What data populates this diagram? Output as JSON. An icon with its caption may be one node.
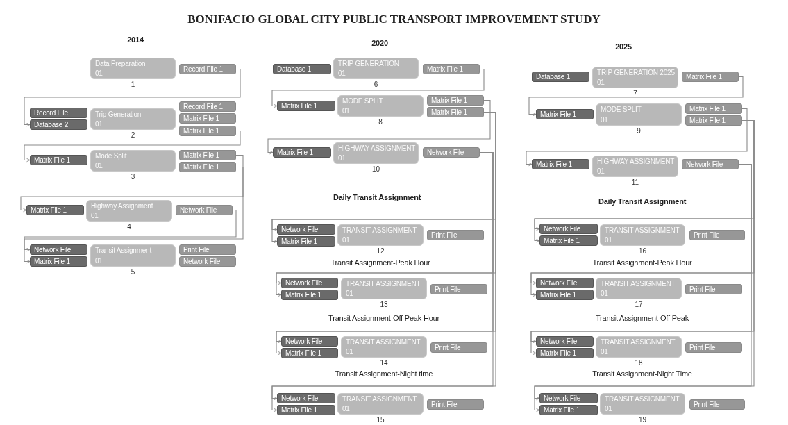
{
  "diagram": {
    "title": "BONIFACIO GLOBAL CITY PUBLIC TRANSPORT IMPROVEMENT STUDY",
    "nodes": [
      {
        "text": [
          "Data Preparation",
          "01"
        ],
        "beside": [
          "1"
        ]
      },
      {
        "text": [
          "Record File 1"
        ]
      },
      {
        "text": [
          "Record File"
        ]
      },
      {
        "text": [
          "Database 2"
        ]
      },
      {
        "text": [
          "Trip Generation",
          "01"
        ],
        "beside": [
          "2"
        ]
      },
      {
        "text": [
          "Record File 1"
        ]
      },
      {
        "text": [
          "Matrix File 1"
        ]
      },
      {
        "text": [
          "Matrix File 1"
        ]
      },
      {
        "text": [
          "Matrix File 1"
        ]
      },
      {
        "text": [
          "Mode Split",
          "01"
        ],
        "beside": [
          "3"
        ]
      },
      {
        "text": [
          "Matrix File 1"
        ]
      },
      {
        "text": [
          "Matrix File 1"
        ]
      },
      {
        "text": [
          "Matrix File 1"
        ]
      },
      {
        "text": [
          "Highway Assignment",
          "01"
        ],
        "beside": [
          "4"
        ]
      },
      {
        "text": [
          "Network File"
        ]
      },
      {
        "text": [
          "Network File"
        ]
      },
      {
        "text": [
          "Matrix File 1"
        ]
      },
      {
        "text": [
          "Transit Assignment",
          "01"
        ],
        "beside": [
          "5"
        ]
      },
      {
        "text": [
          "Print File"
        ]
      },
      {
        "text": [
          "Network File"
        ]
      },
      {
        "text": [
          "Database 1"
        ]
      },
      {
        "text": [
          "TRIP GENERATION",
          "01"
        ],
        "beside": [
          "6"
        ]
      },
      {
        "text": [
          "Matrix File 1"
        ]
      },
      {
        "text": [
          "Matrix File 1"
        ]
      },
      {
        "text": [
          "MODE SPLIT",
          "01"
        ],
        "beside": [
          "8"
        ]
      },
      {
        "text": [
          "Matrix File 1"
        ]
      },
      {
        "text": [
          "Matrix File 1"
        ]
      },
      {
        "text": [
          "Matrix File 1"
        ]
      },
      {
        "text": [
          "HIGHWAY ASSIGNMENT",
          "01"
        ],
        "beside": [
          "10"
        ]
      },
      {
        "text": [
          "Network File"
        ]
      },
      {
        "text": [
          "Network File"
        ]
      },
      {
        "text": [
          "Matrix File 1"
        ]
      },
      {
        "text": [
          "TRANSIT ASSIGNMENT",
          "01"
        ],
        "beside": [
          "12"
        ]
      },
      {
        "text": [
          "Print File"
        ]
      },
      {
        "text": [
          "Network File"
        ]
      },
      {
        "text": [
          "Matrix File 1"
        ]
      },
      {
        "text": [
          "TRANSIT ASSIGNMENT",
          "01"
        ],
        "beside": [
          "13"
        ]
      },
      {
        "text": [
          "Print File"
        ]
      },
      {
        "text": [
          "Network File"
        ]
      },
      {
        "text": [
          "Matrix File 1"
        ]
      },
      {
        "text": [
          "TRANSIT ASSIGNMENT",
          "01"
        ],
        "beside": [
          "14"
        ]
      },
      {
        "text": [
          "Print File"
        ]
      },
      {
        "text": [
          "Network File"
        ]
      },
      {
        "text": [
          "Matrix File 1"
        ]
      },
      {
        "text": [
          "TRANSIT ASSIGNMENT",
          "01"
        ],
        "beside": [
          "15"
        ]
      },
      {
        "text": [
          "Print File"
        ]
      },
      {
        "text": [
          "Database 1"
        ]
      },
      {
        "text": [
          "TRIP GENERATION 2025",
          "01"
        ],
        "beside": [
          "7"
        ]
      },
      {
        "text": [
          "Matrix File 1"
        ]
      },
      {
        "text": [
          "Matrix File 1"
        ]
      },
      {
        "text": [
          "MODE SPLIT",
          "01"
        ],
        "beside": [
          "9"
        ]
      },
      {
        "text": [
          "Matrix File 1"
        ]
      },
      {
        "text": [
          "Matrix File 1"
        ]
      },
      {
        "text": [
          "Matrix File 1"
        ]
      },
      {
        "text": [
          "HIGHWAY ASSIGNMENT",
          "01"
        ],
        "beside": [
          "11"
        ]
      },
      {
        "text": [
          "Network File"
        ]
      },
      {
        "text": [
          "Network File"
        ]
      },
      {
        "text": [
          "Matrix File 1"
        ]
      },
      {
        "text": [
          "TRANSIT ASSIGNMENT",
          "01"
        ],
        "beside": [
          "16"
        ]
      },
      {
        "text": [
          "Print File"
        ]
      },
      {
        "text": [
          "Network File"
        ]
      },
      {
        "text": [
          "Matrix File 1"
        ]
      },
      {
        "text": [
          "TRANSIT ASSIGNMENT",
          "01"
        ],
        "beside": [
          "17"
        ]
      },
      {
        "text": [
          "Print File"
        ]
      },
      {
        "text": [
          "Network File"
        ]
      },
      {
        "text": [
          "Matrix File 1"
        ]
      },
      {
        "text": [
          "TRANSIT ASSIGNMENT",
          "01"
        ],
        "beside": [
          "18"
        ]
      },
      {
        "text": [
          "Print File"
        ]
      },
      {
        "text": [
          "Network File"
        ]
      },
      {
        "text": [
          "Matrix File 1"
        ]
      },
      {
        "text": [
          "TRANSIT ASSIGNMENT",
          "01"
        ],
        "beside": [
          "19"
        ]
      },
      {
        "text": [
          "Print File"
        ]
      }
    ],
    "edges": [
      {
        "from": 1,
        "to": 3,
        "arrow": "to"
      },
      {
        "from": 7,
        "to": 8,
        "arrow": "to"
      },
      {
        "from": 10,
        "to": 12,
        "arrow": "to"
      },
      {
        "from": 11,
        "to": 16,
        "arrow": "to"
      },
      {
        "from": 14,
        "to": 15,
        "arrow": "to"
      },
      {
        "from": 22,
        "to": 23,
        "arrow": "to"
      },
      {
        "from": 25,
        "to": 27,
        "arrow": "to"
      },
      {
        "from": 29,
        "to": 30,
        "arrow": "to"
      },
      {
        "from": 26,
        "to": 31,
        "arrow": "to"
      },
      {
        "from": 29,
        "to": 34,
        "arrow": "to"
      },
      {
        "from": 26,
        "to": 35,
        "arrow": "to"
      },
      {
        "from": 29,
        "to": 38,
        "arrow": "to"
      },
      {
        "from": 26,
        "to": 39,
        "arrow": "to"
      },
      {
        "from": 29,
        "to": 42,
        "arrow": "to"
      },
      {
        "from": 26,
        "to": 43,
        "arrow": "to"
      },
      {
        "from": 48,
        "to": 49,
        "arrow": "to"
      },
      {
        "from": 51,
        "to": 53,
        "arrow": "to"
      },
      {
        "from": 55,
        "to": 56,
        "arrow": "to"
      },
      {
        "from": 52,
        "to": 57,
        "arrow": "to"
      },
      {
        "from": 55,
        "to": 60,
        "arrow": "to"
      },
      {
        "from": 52,
        "to": 61,
        "arrow": "to"
      },
      {
        "from": 55,
        "to": 64,
        "arrow": "to"
      },
      {
        "from": 52,
        "to": 65,
        "arrow": "to"
      },
      {
        "from": 55,
        "to": 68,
        "arrow": "to"
      },
      {
        "from": 52,
        "to": 69,
        "arrow": "to"
      }
    ],
    "labels": [
      "2014",
      "2020",
      "Daily Transit Assignment",
      "Transit Assignment-Peak Hour",
      "Transit Assignment-Off Peak Hour",
      "Transit Assignment-Night time",
      "2025",
      "Daily Transit Assignment",
      "Transit Assignment-Peak Hour",
      "Transit Assignment-Off Peak",
      "Transit Assignment-Night Time"
    ]
  }
}
